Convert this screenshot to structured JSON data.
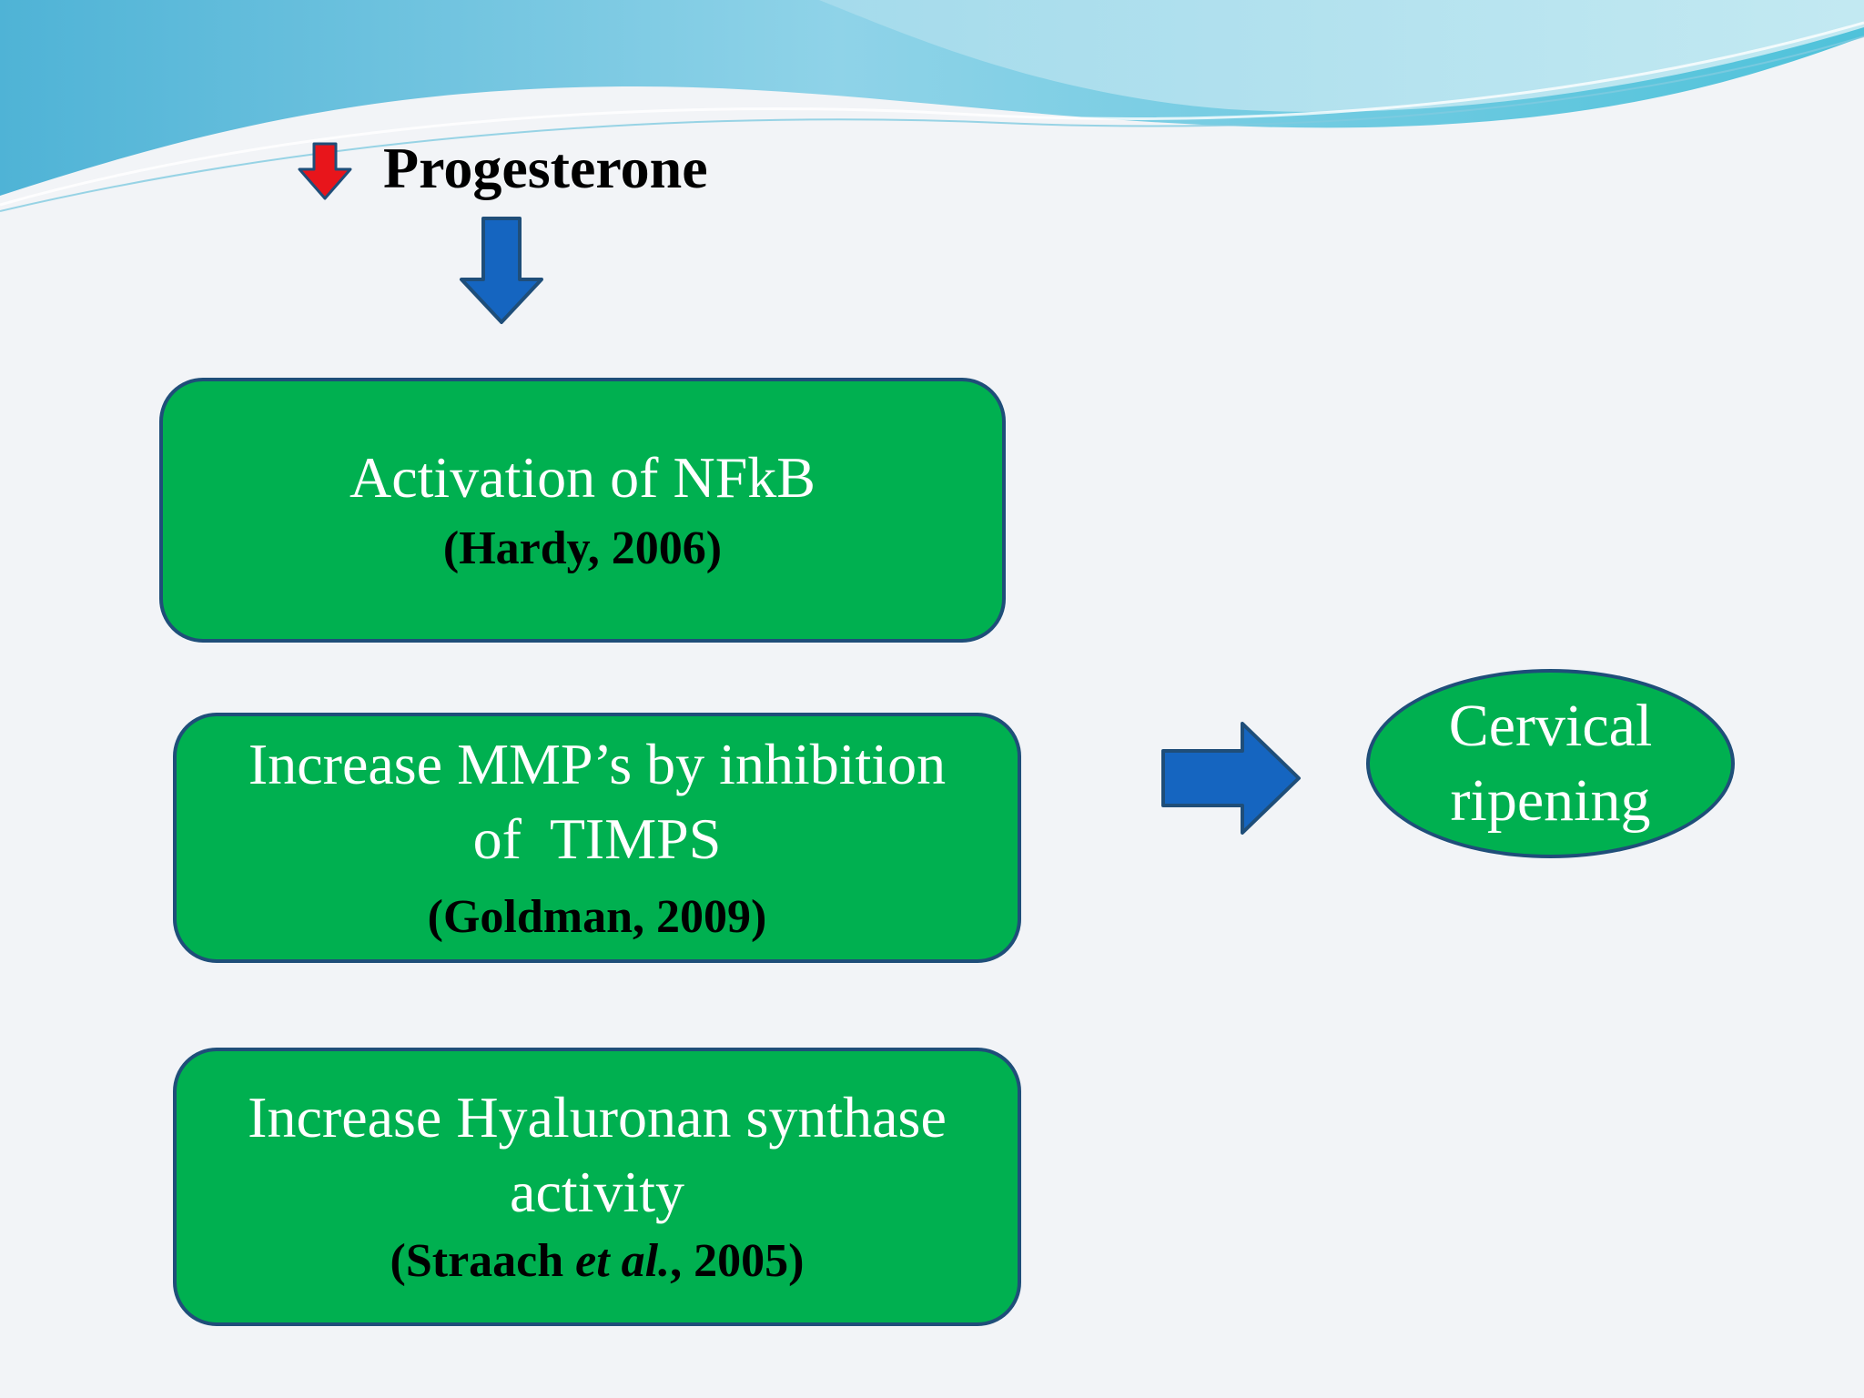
{
  "title": {
    "text": "Progesterone",
    "indicator": "down-arrow-icon",
    "indicator_color": "#e8151b"
  },
  "boxes": [
    {
      "main_lines": [
        "Activation of NFkB"
      ],
      "citation": "(Hardy, 2006)"
    },
    {
      "main_lines": [
        "Increase MMP’s by inhibition",
        "of  TIMPS"
      ],
      "citation": "(Goldman, 2009)"
    },
    {
      "main_lines": [
        "Increase Hyaluronan synthase",
        "activity"
      ],
      "citation_prefix": "(Straach ",
      "citation_italic": "et al.",
      "citation_suffix": ", 2005)"
    }
  ],
  "outcome": {
    "lines": [
      "Cervical",
      "ripening"
    ]
  },
  "colors": {
    "box_fill": "#00b050",
    "box_border": "#1f4e79",
    "arrow_blue": "#1565c0",
    "background": "#f2f4f7",
    "header_wave": "#6ec6de"
  }
}
